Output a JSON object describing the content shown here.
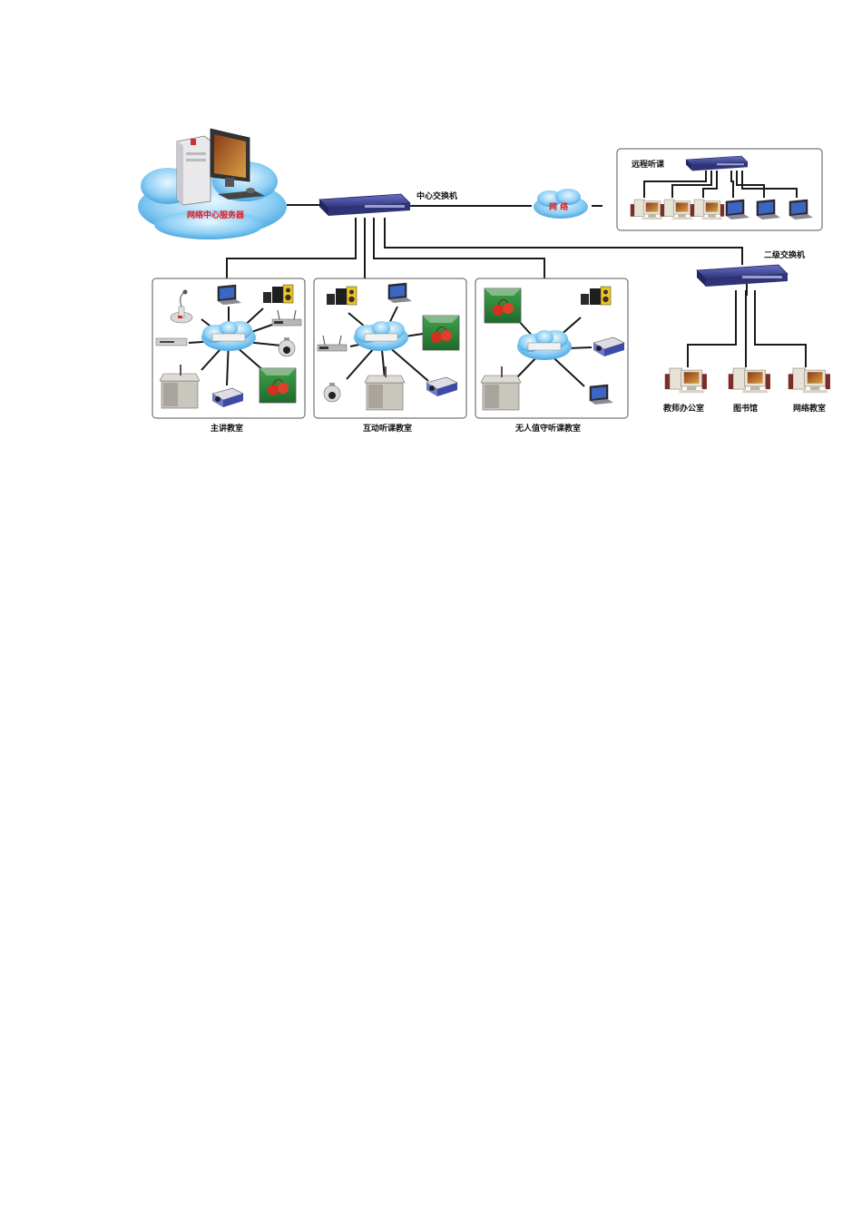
{
  "server": {
    "label": "网络中心服务器"
  },
  "central_switch": {
    "label": "中心交换机"
  },
  "internet_cloud": {
    "label": "网 络"
  },
  "remote_group": {
    "label": "远程听课"
  },
  "secondary_switch": {
    "label": "二级交换机"
  },
  "classrooms": [
    {
      "label": "主讲教室"
    },
    {
      "label": "互动听课教室"
    },
    {
      "label": "无人值守听课教室"
    }
  ],
  "endpoints": [
    {
      "label": "教师办公室"
    },
    {
      "label": "图书馆"
    },
    {
      "label": "网络教室"
    }
  ],
  "colors": {
    "cloud_blue": "#5fb4e6",
    "switch_blue": "#3a3f8f",
    "label_red": "#e11b1b",
    "wire": "#1a1a1a"
  }
}
